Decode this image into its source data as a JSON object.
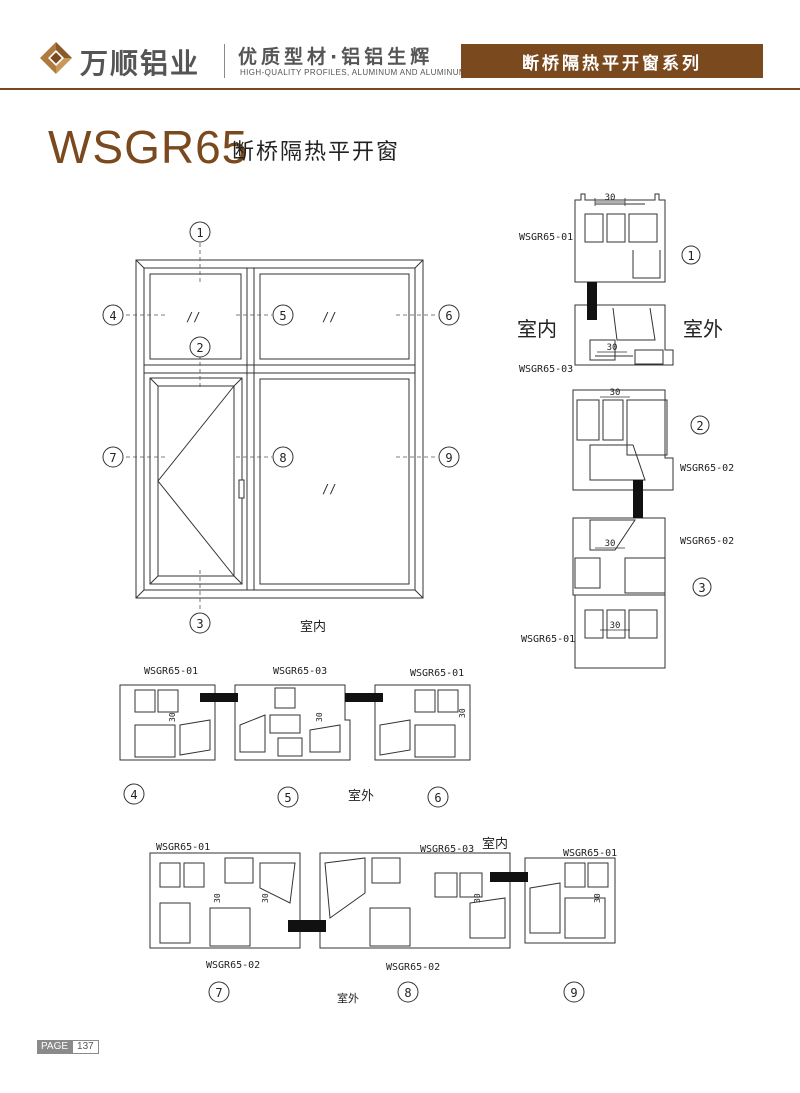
{
  "header": {
    "brand": "万顺铝业",
    "slogan": "优质型材·铝铝生辉",
    "slogan_en": "HIGH-QUALITY PROFILES, ALUMINUM AND ALUMINUM",
    "series": "断桥隔热平开窗系列"
  },
  "title": {
    "model": "WSGR65",
    "subtitle": "断桥隔热平开窗"
  },
  "elevation": {
    "markers": [
      "1",
      "2",
      "3",
      "4",
      "5",
      "6",
      "7",
      "8",
      "9"
    ],
    "indoor_label": "室内",
    "glass_mark": "//"
  },
  "vertical_section": {
    "profiles": [
      "WSGR65-01",
      "WSGR65-03",
      "WSGR65-02",
      "WSGR65-02",
      "WSGR65-01"
    ],
    "dimension": "30",
    "indoor": "室内",
    "outdoor": "室外",
    "markers": [
      "1",
      "2",
      "3"
    ]
  },
  "section_456": {
    "profiles": [
      "WSGR65-01",
      "WSGR65-03",
      "WSGR65-01"
    ],
    "dimension": "30",
    "outdoor": "室外",
    "markers": [
      "4",
      "5",
      "6"
    ]
  },
  "section_789": {
    "profiles_top": [
      "WSGR65-01",
      "WSGR65-03",
      "WSGR65-01"
    ],
    "profiles_bottom": [
      "WSGR65-02",
      "WSGR65-02"
    ],
    "dimension": "30",
    "indoor": "室内",
    "outdoor": "室外",
    "markers": [
      "7",
      "8",
      "9"
    ]
  },
  "footer": {
    "page_label": "PAGE",
    "page_number": "137"
  },
  "colors": {
    "brand": "#7a4a1e",
    "line": "#333333",
    "gasket": "#111111"
  }
}
